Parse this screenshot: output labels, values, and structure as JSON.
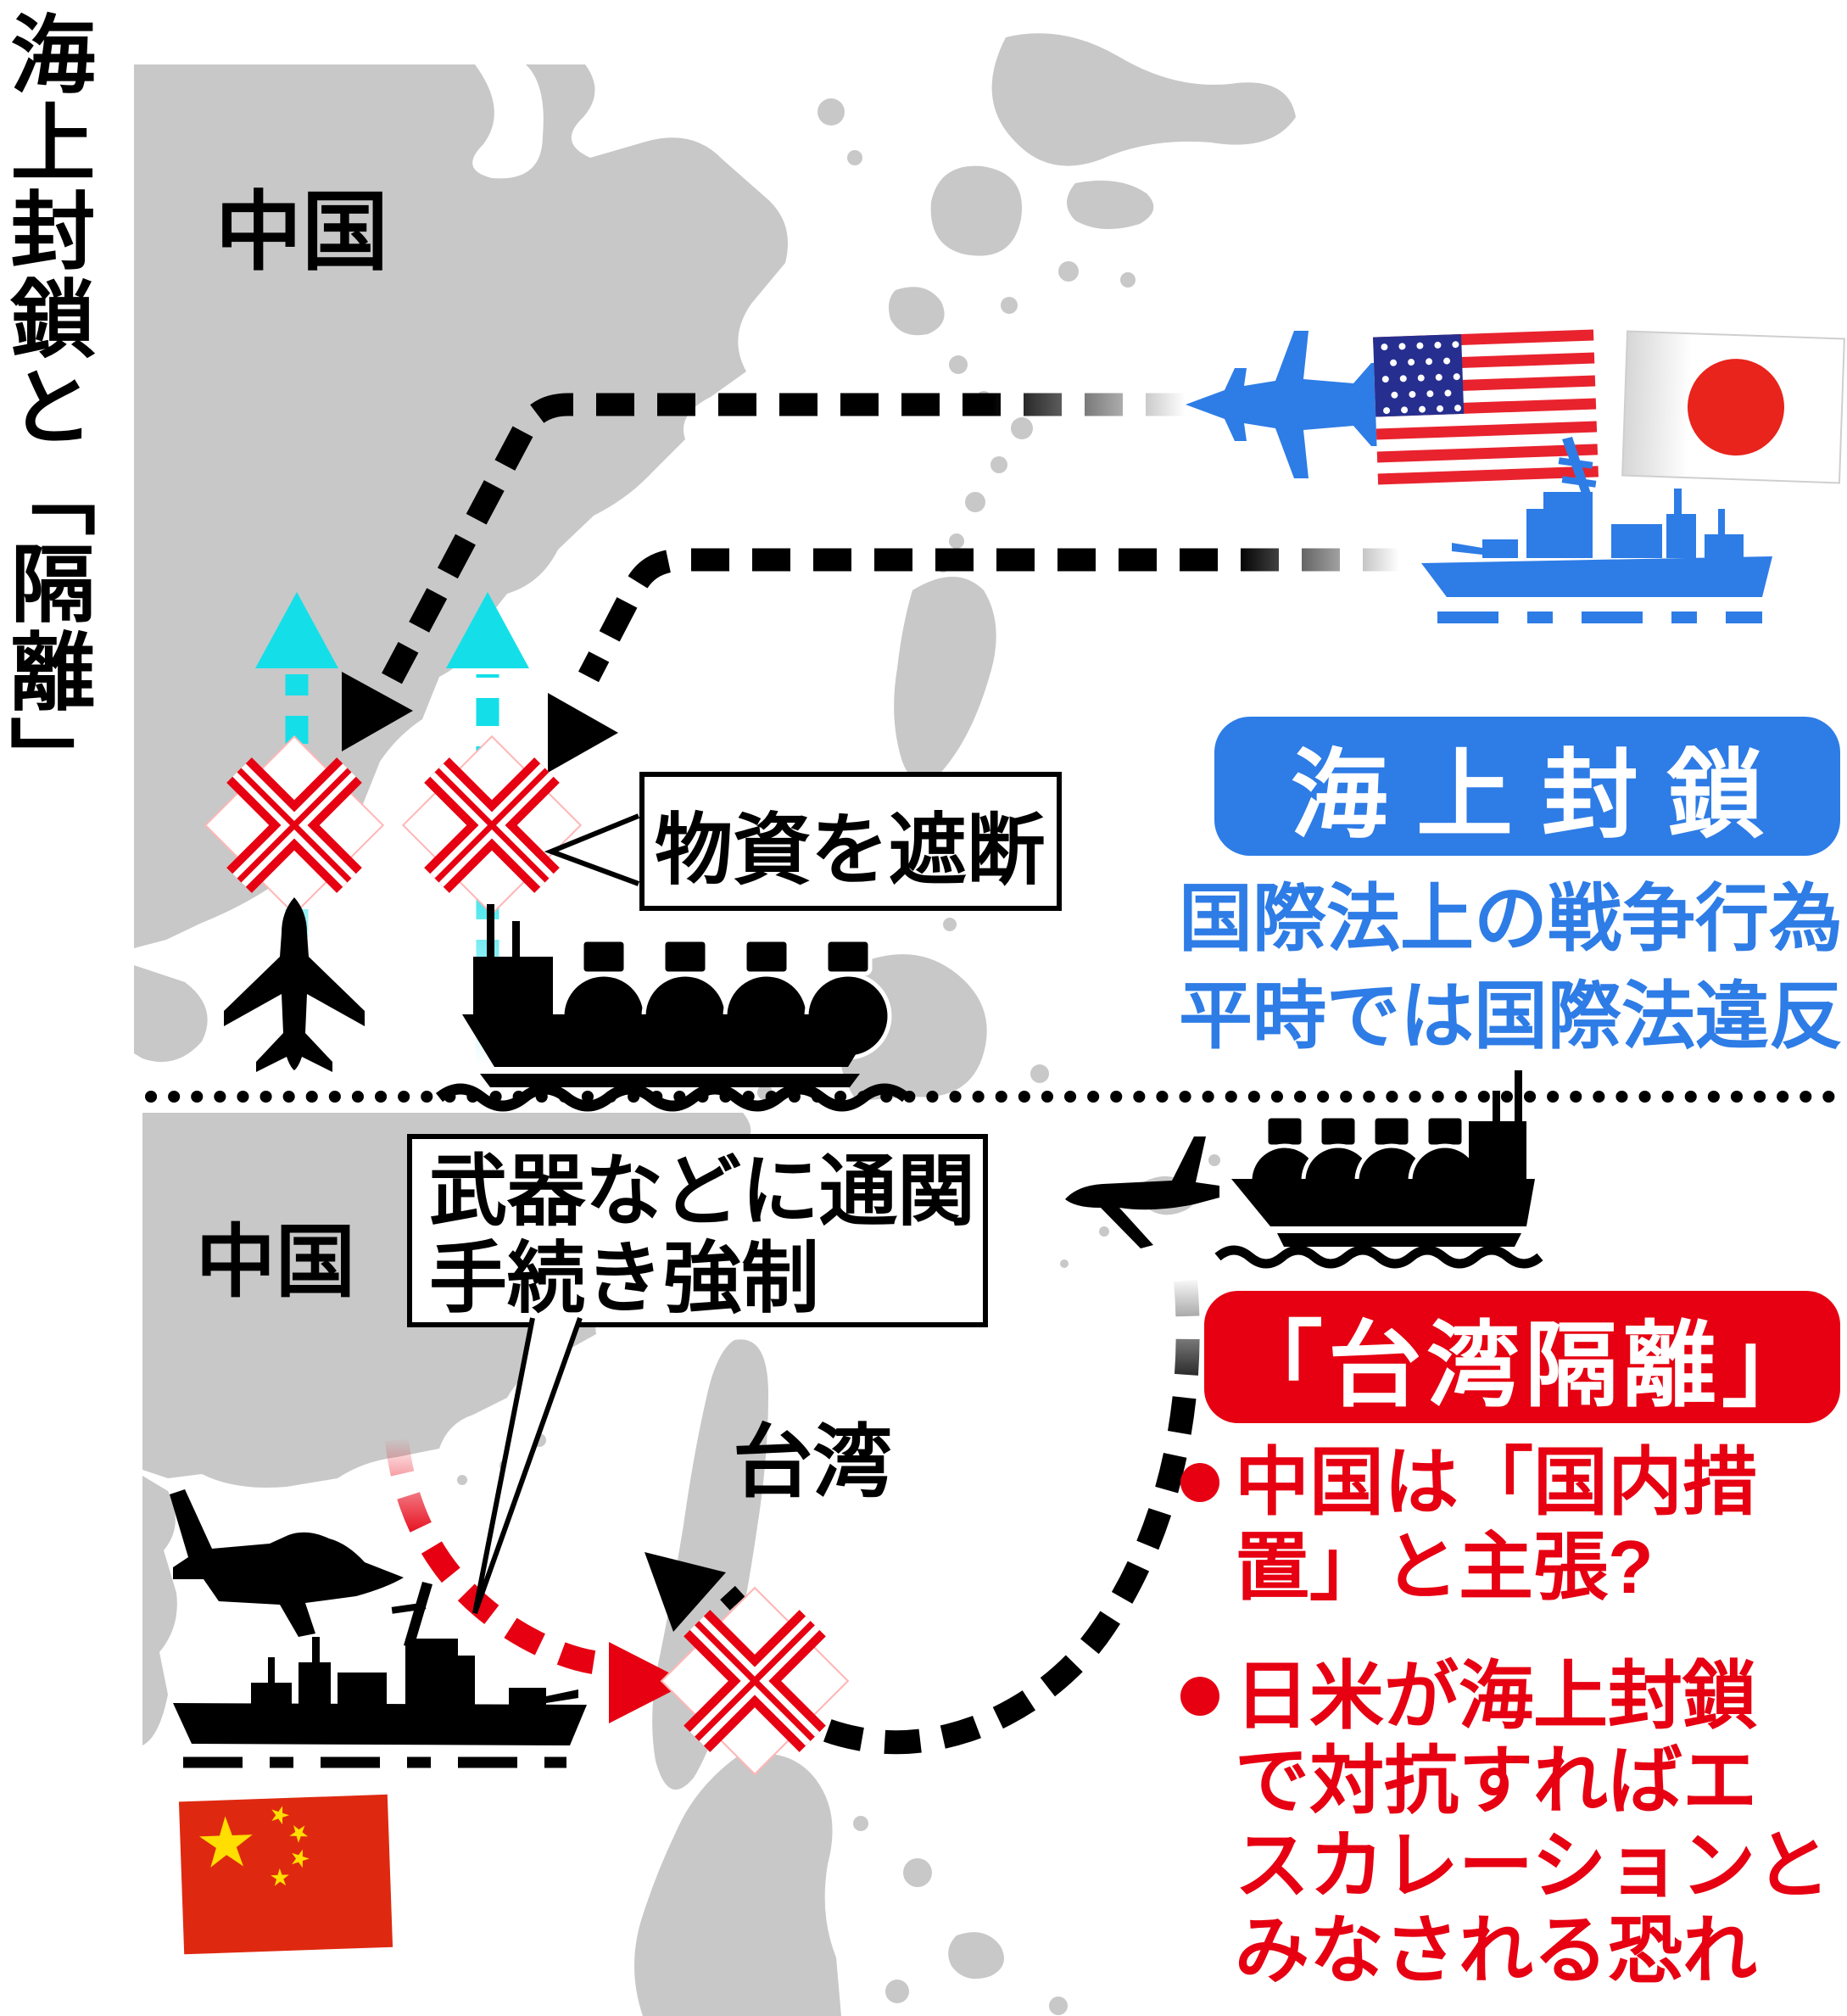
{
  "title": {
    "text": "海上封鎖と「隔離」"
  },
  "colors": {
    "blue": "#2e7ce6",
    "red": "#e60012",
    "cyan": "#14dfe8",
    "map_gray": "#c8c8c8",
    "china_flag_red": "#de2910",
    "japan_flag_red": "#e8241c"
  },
  "top": {
    "china_label": "中国",
    "callout": "物資を遮断",
    "badge_label": "海上封鎖",
    "desc_lines": [
      "国際法上の戦争行為",
      "平時では国際法違反"
    ],
    "icons": [
      "us-japan-fighter-jet",
      "us-flag",
      "japan-flag",
      "us-japan-destroyer",
      "supply-airliner",
      "supply-lng-tanker",
      "blockade-x-marks",
      "supply-route-arrows"
    ]
  },
  "bottom": {
    "china_label": "中国",
    "taiwan_label": "台湾",
    "callout_lines": [
      "武器などに通関",
      "手続き強制"
    ],
    "badge_label": "「台湾隔離」",
    "bullets": [
      {
        "lines": [
          "中国は「国内措",
          "置」と主張?"
        ]
      },
      {
        "lines": [
          "日米が海上封鎖",
          "で対抗すればエ",
          "スカレーションと",
          "みなされる恐れ"
        ]
      }
    ],
    "icons": [
      "cargo-airliner",
      "cargo-lng-tanker",
      "china-fighter-jet",
      "china-destroyer",
      "china-flag",
      "quarantine-x-mark",
      "diversion-route-arrows"
    ]
  }
}
